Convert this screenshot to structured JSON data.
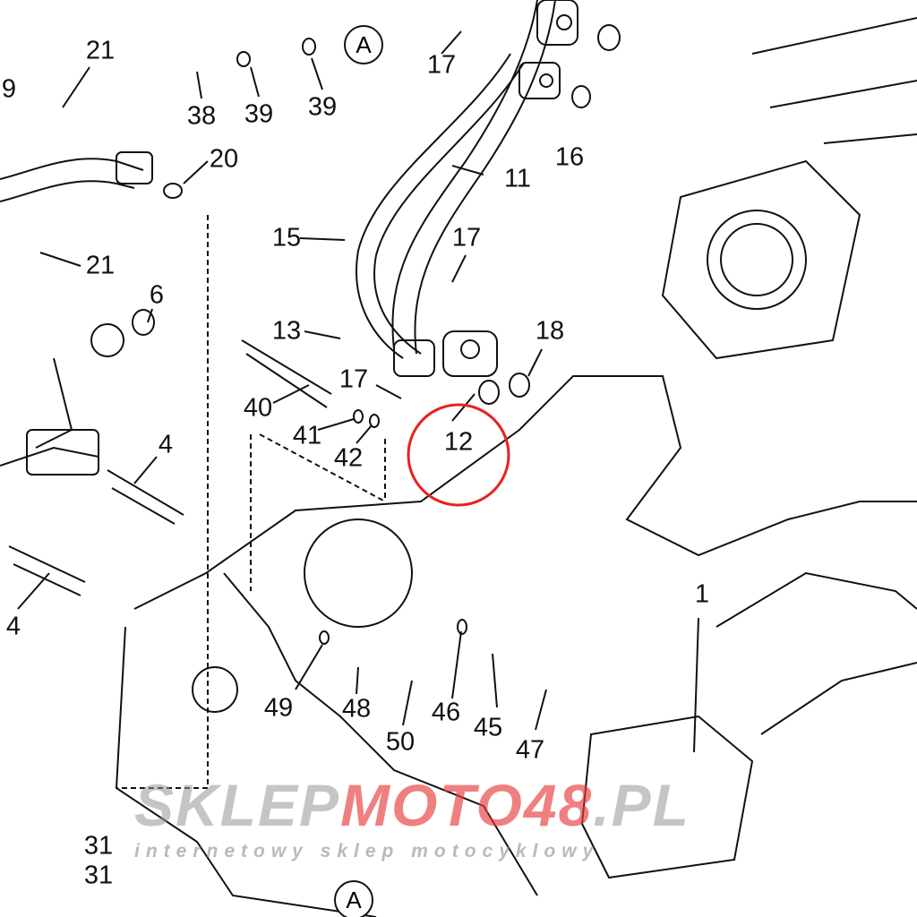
{
  "diagram": {
    "part_labels": [
      "21",
      "38",
      "39",
      "39",
      "17",
      "16",
      "11",
      "20",
      "9",
      "21",
      "15",
      "17",
      "6",
      "13",
      "18",
      "17",
      "40",
      "41",
      "42",
      "12",
      "4",
      "4",
      "1",
      "49",
      "48",
      "50",
      "46",
      "45",
      "47",
      "31",
      "31"
    ],
    "reference_marks": [
      "A",
      "A"
    ],
    "highlight_color": "#e8201f"
  },
  "watermark": {
    "text_gray": "SKLEP",
    "text_red": "MOTO48",
    "text_gray_end": ".PL",
    "subtitle": "internetowy sklep motocyklowy"
  }
}
